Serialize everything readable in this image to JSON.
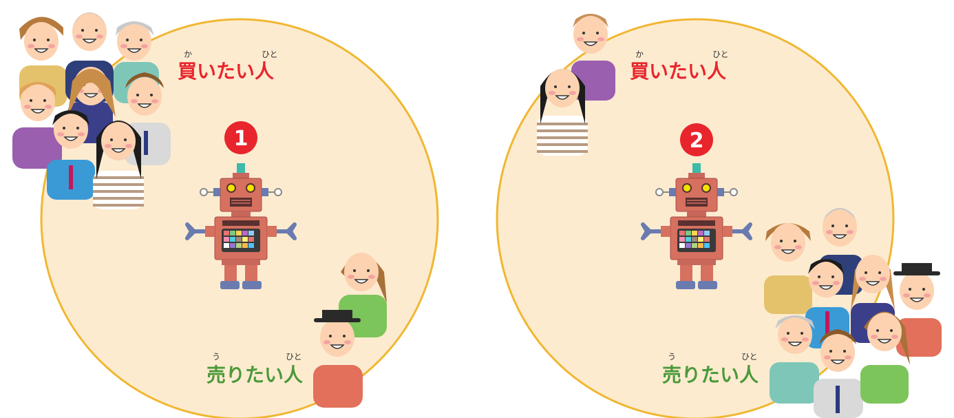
{
  "panels": [
    {
      "number": "1",
      "buyer_label": "買いたい人",
      "buyer_ruby_ka": "か",
      "buyer_ruby_hito": "ひと",
      "seller_label": "売りたい人",
      "seller_ruby_u": "う",
      "seller_ruby_hito": "ひと"
    },
    {
      "number": "2",
      "buyer_label": "買いたい人",
      "buyer_ruby_ka": "か",
      "buyer_ruby_hito": "ひと",
      "seller_label": "売りたい人",
      "seller_ruby_u": "う",
      "seller_ruby_hito": "ひと"
    }
  ],
  "colors": {
    "buyer": "#e8252c",
    "seller": "#4a9a3a",
    "circle_fill": "#fdebd0",
    "circle_stroke": "#f0b731",
    "badge": "#e8252c"
  }
}
